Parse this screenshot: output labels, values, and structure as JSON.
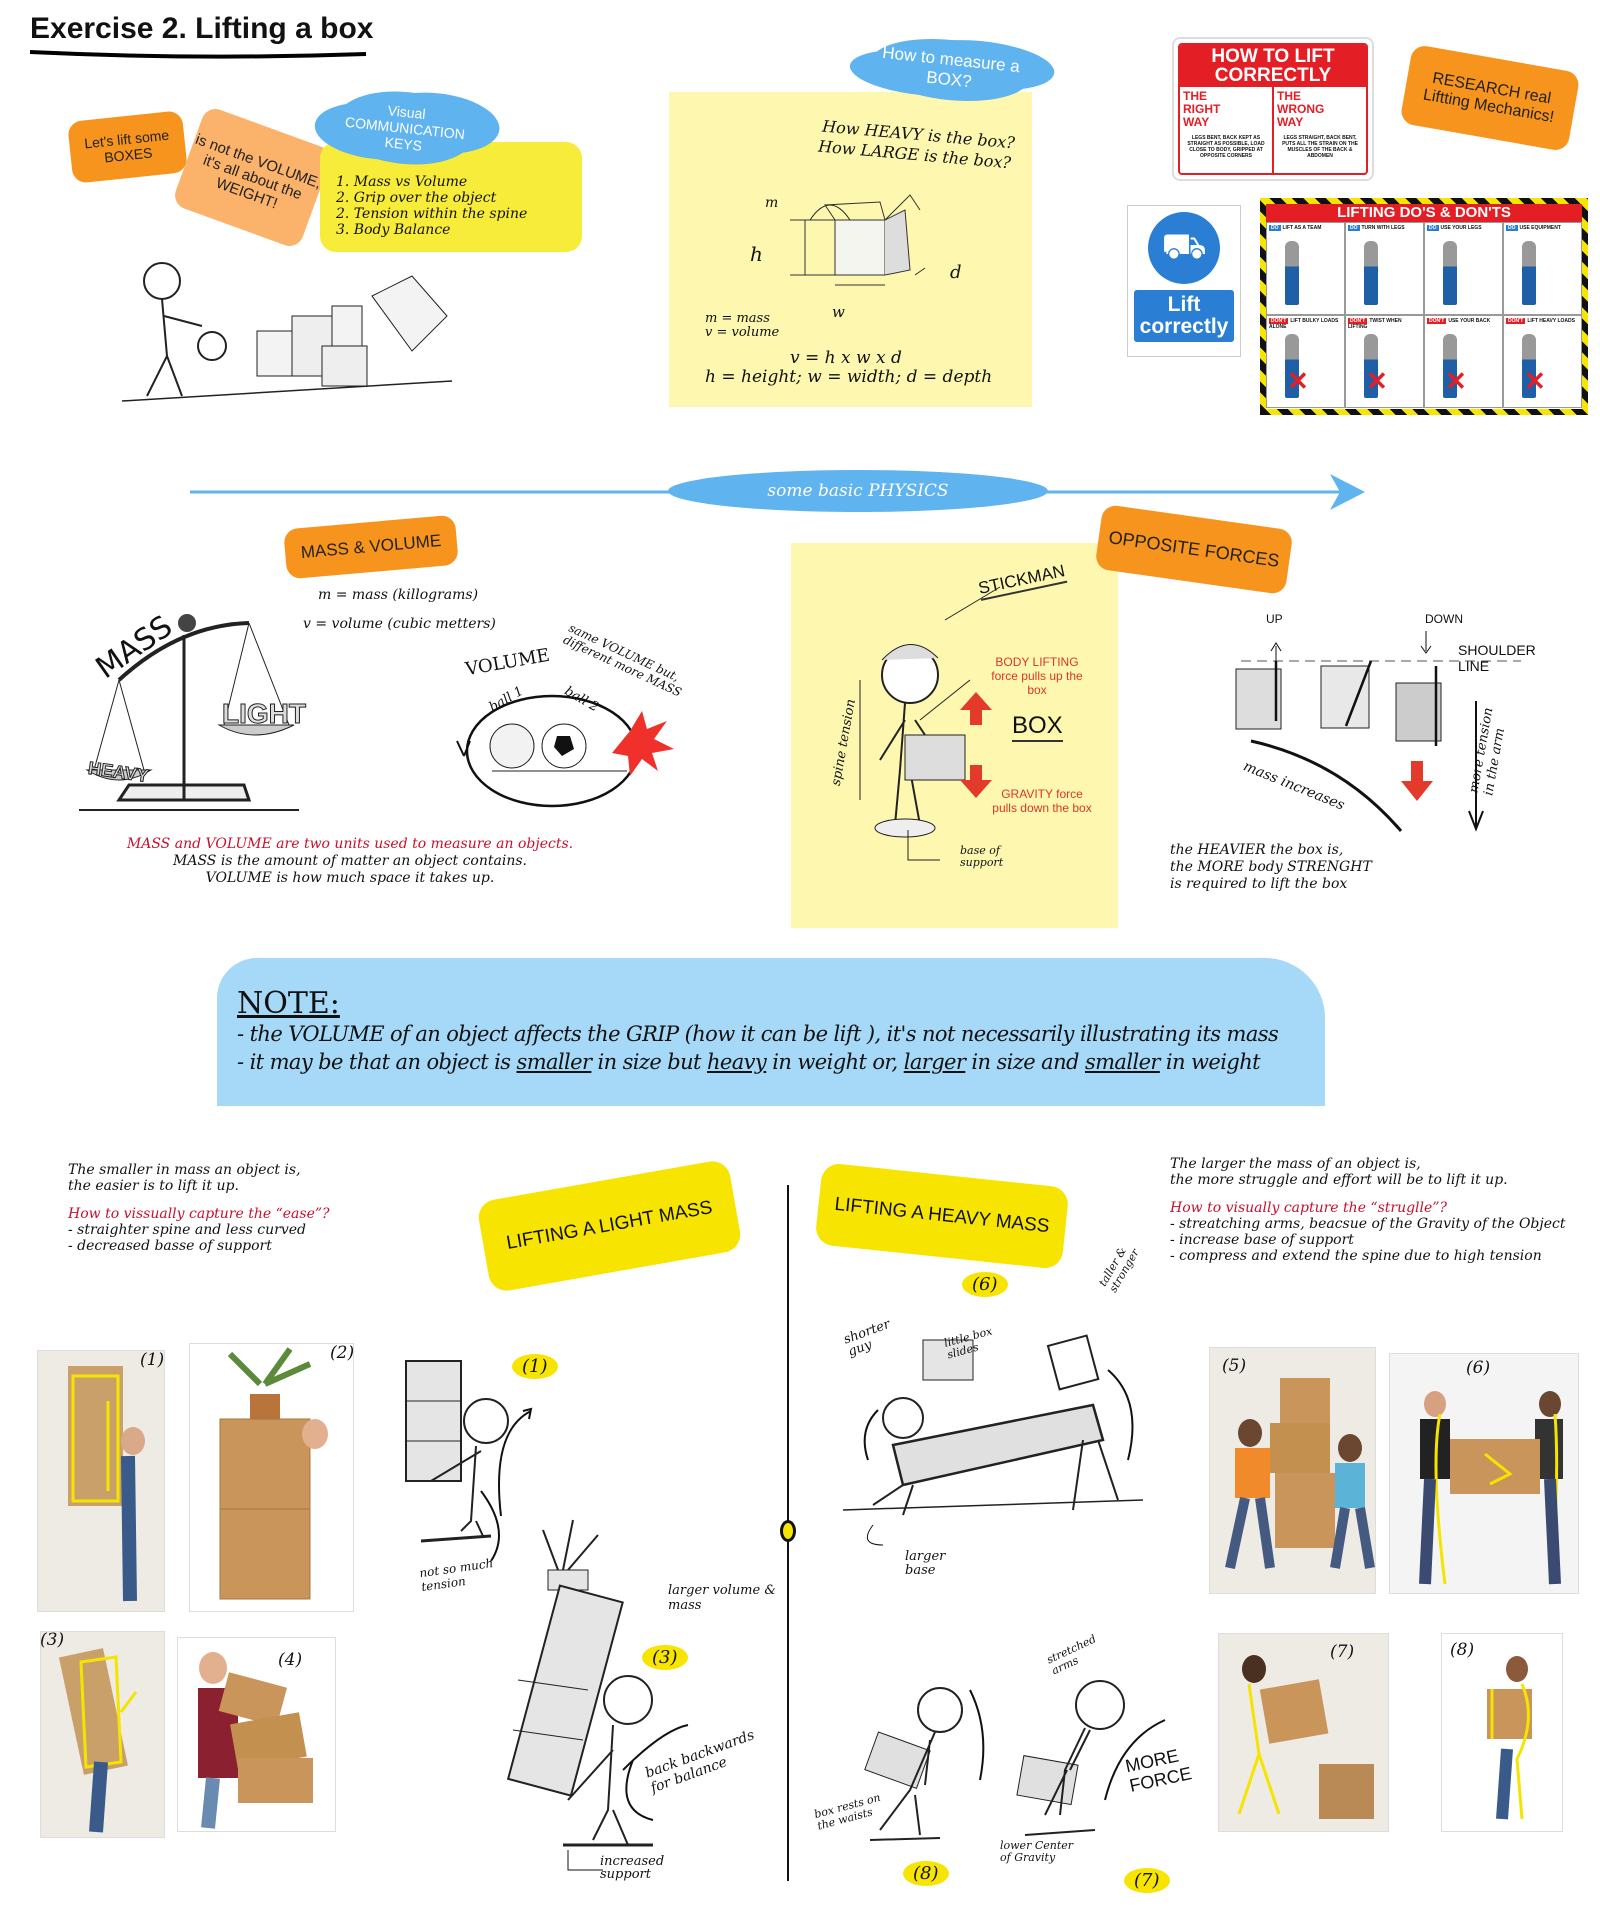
{
  "title": "Exercise 2. Lifting a box",
  "intro": {
    "bubble1": "Let's lift some BOXES",
    "bubble2": "is not the VOLUME, it's all about the WEIGHT!",
    "keys_cloud": "Visual COMMUNICATION KEYS",
    "keys": [
      "1. Mass vs Volume",
      "2. Grip over the object",
      "2. Tension within the spine",
      "3. Body Balance"
    ]
  },
  "measure": {
    "cloud": "How to measure a BOX?",
    "questions": [
      "How HEAVY is the box?",
      "How LARGE is the box?"
    ],
    "dims": {
      "m": "m",
      "h": "h",
      "w": "w",
      "d": "d"
    },
    "legend": [
      "m = mass",
      "v = volume"
    ],
    "formula": "v = h x w x d",
    "formula_legend": "h = height; w = width; d = depth"
  },
  "how_to_lift_sign": {
    "title": "HOW TO LIFT CORRECTLY",
    "right": "THE RIGHT WAY",
    "right_text": "LEGS BENT, BACK KEPT AS STRAIGHT AS POSSIBLE, LOAD CLOSE TO BODY, GRIPPED AT OPPOSITE CORNERS",
    "wrong": "THE WRONG WAY",
    "wrong_text": "LEGS STRAIGHT, BACK BENT, PUTS ALL THE STRAIN ON THE MUSCLES OF THE BACK & ABDOMEN"
  },
  "research_tag": "RESEARCH real Liftting Mechanics!",
  "lift_correctly_sign": "Lift correctly",
  "dos_donts": {
    "title": "LIFTING DO'S & DON'TS",
    "panels": [
      {
        "tag": "DO",
        "label": "LIFT AS A TEAM"
      },
      {
        "tag": "DO",
        "label": "TURN WITH LEGS"
      },
      {
        "tag": "DO",
        "label": "USE YOUR LEGS"
      },
      {
        "tag": "DO",
        "label": "USE EQUIPMENT"
      },
      {
        "tag": "DON'T",
        "label": "LIFT BULKY LOADS ALONE"
      },
      {
        "tag": "DON'T",
        "label": "TWIST WHEN LIFTING"
      },
      {
        "tag": "DON'T",
        "label": "USE YOUR BACK"
      },
      {
        "tag": "DON'T",
        "label": "LIFT HEAVY LOADS"
      }
    ]
  },
  "physics_banner": "some basic PHYSICS",
  "mass_volume": {
    "tag": "MASS & VOLUME",
    "m_def": "m = mass (killograms)",
    "v_def": "v = volume (cubic metters)",
    "scale_labels": {
      "mass": "MASS",
      "light": "LIGHT",
      "heavy": "HEAVY"
    },
    "volume_labels": {
      "volume": "VOLUME",
      "ball1": "ball 1",
      "ball2": "ball 2",
      "note": "same VOLUME but, different more MASS"
    },
    "caption_red": "MASS and VOLUME are two units used to measure an objects.",
    "caption": [
      "MASS is the amount of matter an object contains.",
      "VOLUME is how much space it takes up."
    ]
  },
  "stickman_panel": {
    "stickman": "STICKMAN",
    "lift_force": "BODY LIFTING force pulls up the box",
    "box": "BOX",
    "gravity": "GRAVITY force pulls down the box",
    "spine": "spine tension",
    "base": "base of support"
  },
  "opposite_forces": {
    "tag": "OPPOSITE FORCES",
    "up": "UP",
    "down": "DOWN",
    "shoulder": "SHOULDER LINE",
    "mass_increases": "mass increases",
    "tension": "more tension in the arm",
    "caption": [
      "the HEAVIER the box is,",
      "the MORE body STRENGHT",
      "is required to lift the box"
    ]
  },
  "note": {
    "heading": "NOTE:",
    "line1": "- the VOLUME of an object affects the GRIP (how it can be lift ), it's not necessarily illustrating its mass",
    "line2_parts": [
      "- it may be that an object is ",
      "smaller",
      " in size but ",
      "heavy",
      " in weight or, ",
      "larger",
      " in size and ",
      "smaller",
      " in weight"
    ]
  },
  "light": {
    "intro": [
      "The smaller in mass an object is,",
      "the easier is to lift it up."
    ],
    "question": "How to vissually capture the “ease”?",
    "points": [
      "- straighter spine and less curved",
      "- decreased basse of support"
    ],
    "tag": "LIFTING A LIGHT MASS",
    "photo_labels": [
      "(1)",
      "(2)",
      "(3)",
      "(4)"
    ],
    "sketch1": {
      "num": "(1)",
      "note": "not so much tension"
    },
    "sketch3": {
      "num": "(3)",
      "volume": "larger volume & mass",
      "back": "back backwards for balance",
      "support": "increased support"
    }
  },
  "heavy": {
    "intro": [
      "The larger the mass of an object is,",
      "the more struggle  and effort will be to lift it up."
    ],
    "question": "How to visually capture the “struglle”?",
    "points": [
      "- streatching arms, beacsue of the Gravity of the Object",
      "- increase base of support",
      "- compress and extend the spine due to high tension"
    ],
    "tag": "LIFTING A HEAVY MASS",
    "photo_labels": [
      "(5)",
      "(6)",
      "(7)",
      "(8)"
    ],
    "sketch6": {
      "num": "(6)",
      "taller": "taller & stronger",
      "shorter": "shorter guy",
      "slides": "little box slides",
      "base": "larger base"
    },
    "sketch8": {
      "num": "(8)",
      "note": "box rests on the waists"
    },
    "sketch7": {
      "num": "(7)",
      "arms": "stretched arms",
      "force": "MORE FORCE",
      "cog": "lower Center of Gravity"
    }
  },
  "colors": {
    "orange": "#f7941d",
    "yellow": "#f7e400",
    "pale_yellow": "#fdf7b0",
    "blue": "#5fb3ee",
    "note_blue": "#a6d8f7",
    "red": "#c8102e",
    "sign_red": "#e31e24",
    "sign_blue": "#2a7fd4"
  }
}
